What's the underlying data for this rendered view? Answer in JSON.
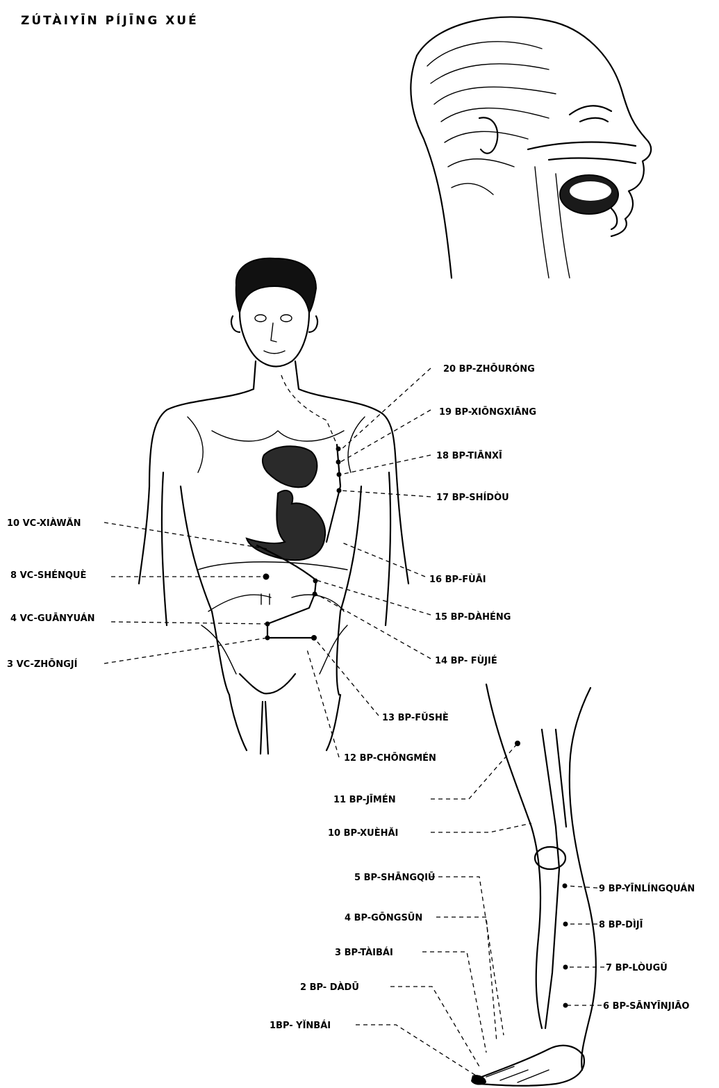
{
  "title": "ZÚTÀIYĪN PÍJĪNG XUÉ",
  "points": [
    {
      "id": "bp20",
      "label": "20 BP-ZHŌURÓNG"
    },
    {
      "id": "bp19",
      "label": "19 BP-XIŌNGXIĀNG"
    },
    {
      "id": "bp18",
      "label": "18 BP-TIĀNXĪ"
    },
    {
      "id": "bp17",
      "label": "17 BP-SHÍDÒU"
    },
    {
      "id": "vc10",
      "label": "10 VC-XIÀWĂN"
    },
    {
      "id": "bp16",
      "label": "16 BP-FÙĀI"
    },
    {
      "id": "vc8",
      "label": "8 VC-SHÉNQUÈ"
    },
    {
      "id": "bp15",
      "label": "15 BP-DÀHÉNG"
    },
    {
      "id": "vc4",
      "label": "4 VC-GUĀNYUÁN"
    },
    {
      "id": "bp14",
      "label": "14 BP- FÙJIÉ"
    },
    {
      "id": "vc3",
      "label": "3 VC-ZHŌNGJÍ"
    },
    {
      "id": "bp13",
      "label": "13 BP-FŬSHÈ"
    },
    {
      "id": "bp12",
      "label": "12 BP-CHŌNGMÉN"
    },
    {
      "id": "bp11",
      "label": "11 BP-JĪMÉN"
    },
    {
      "id": "bp10",
      "label": "10 BP-XUÈHĂI"
    },
    {
      "id": "bp9",
      "label": "9 BP-YĪNLÍNGQUÁN"
    },
    {
      "id": "bp5",
      "label": "5 BP-SHĀNGQIŪ"
    },
    {
      "id": "bp8",
      "label": "8 BP-DÌJĪ"
    },
    {
      "id": "bp4",
      "label": "4 BP-GŌNGSŪN"
    },
    {
      "id": "bp3",
      "label": "3 BP-TÀIBÁI"
    },
    {
      "id": "bp7",
      "label": "7 BP-LÒUGŬ"
    },
    {
      "id": "bp2",
      "label": "2 BP- DÀDŪ"
    },
    {
      "id": "bp6",
      "label": "6 BP-SĀNYĪNJIĀO"
    },
    {
      "id": "bp1",
      "label": "1BP- YĬNBÁI"
    }
  ]
}
